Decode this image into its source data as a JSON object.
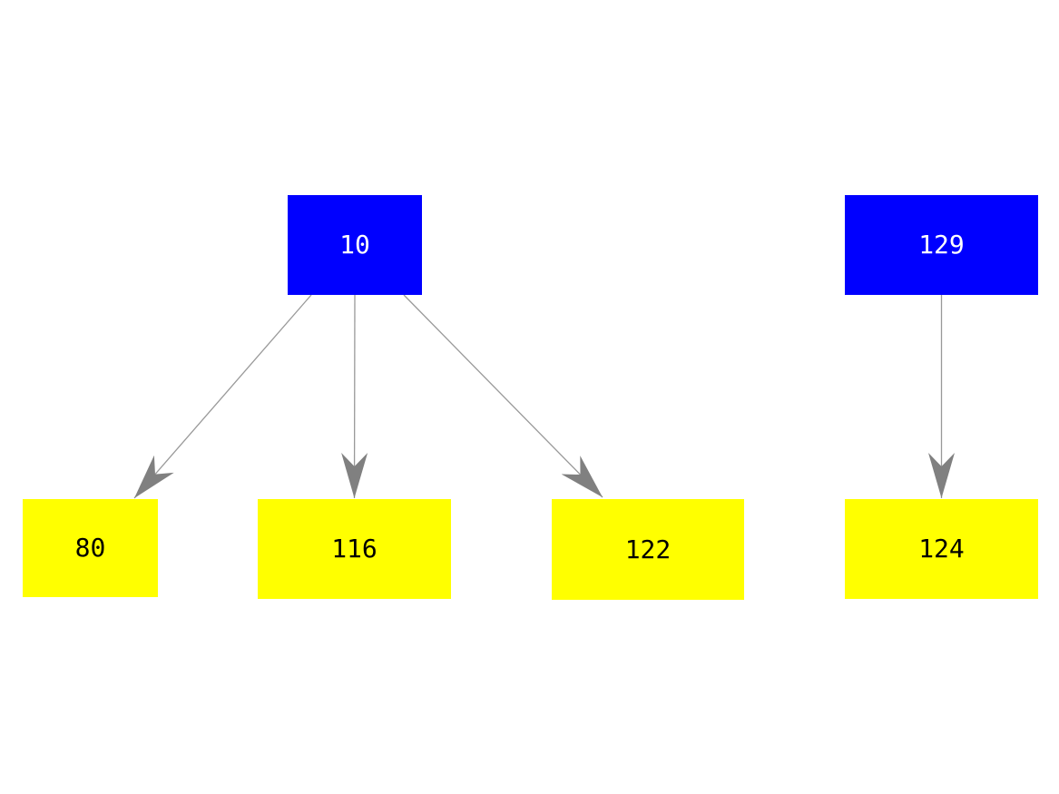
{
  "page": {
    "background": "#ffffff"
  },
  "diagram": {
    "type": "directed-graph",
    "nodes": [
      {
        "id": "10",
        "label": "10",
        "role": "parent",
        "fill": "#0000ff",
        "text_color": "#ffffff"
      },
      {
        "id": "129",
        "label": "129",
        "role": "parent",
        "fill": "#0000ff",
        "text_color": "#ffffff"
      },
      {
        "id": "80",
        "label": "80",
        "role": "child",
        "fill": "#ffff00",
        "text_color": "#000000"
      },
      {
        "id": "116",
        "label": "116",
        "role": "child",
        "fill": "#ffff00",
        "text_color": "#000000"
      },
      {
        "id": "122",
        "label": "122",
        "role": "child",
        "fill": "#ffff00",
        "text_color": "#000000"
      },
      {
        "id": "124",
        "label": "124",
        "role": "child",
        "fill": "#ffff00",
        "text_color": "#000000"
      }
    ],
    "edges": [
      {
        "from": "10",
        "to": "80"
      },
      {
        "from": "10",
        "to": "116"
      },
      {
        "from": "10",
        "to": "122"
      },
      {
        "from": "129",
        "to": "124"
      }
    ],
    "edge_color": "#999999",
    "arrowhead_color": "#808080"
  }
}
